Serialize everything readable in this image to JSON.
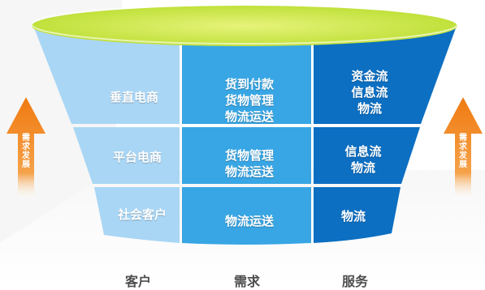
{
  "rows": [
    {
      "customer": "垂直电商",
      "demand": [
        "货到付款",
        "货物管理",
        "物流运送"
      ],
      "service": [
        "资金流",
        "信息流",
        "物流"
      ]
    },
    {
      "customer": "平台电商",
      "demand": [
        "货物管理",
        "物流运送"
      ],
      "service": [
        "信息流",
        "物流"
      ]
    },
    {
      "customer": "社会客户",
      "demand": [
        "物流运送"
      ],
      "service": [
        "物流"
      ]
    }
  ],
  "arrows": {
    "left": [
      "需",
      "求",
      "发",
      "展"
    ],
    "right": [
      "需",
      "求",
      "发",
      "展"
    ]
  },
  "columns": [
    "客户",
    "需求",
    "服务"
  ],
  "colors": {
    "customer": "#a9d6f5",
    "demand": "#38a6e4",
    "service": "#0c6fc2",
    "top": "#cde84a",
    "arrow": "#f08a1c"
  }
}
